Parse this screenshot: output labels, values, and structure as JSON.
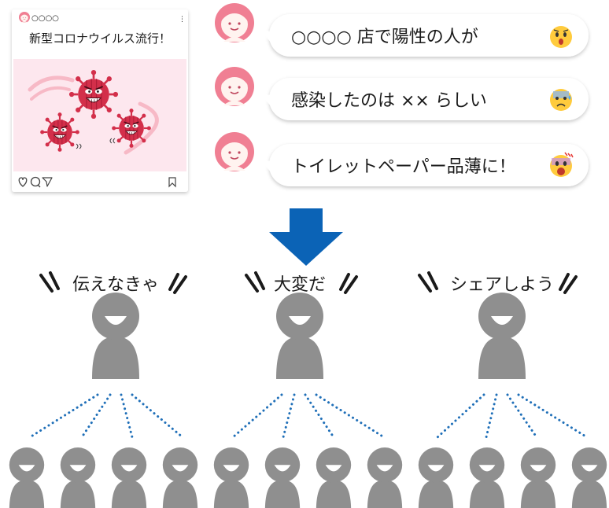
{
  "post": {
    "account_name": "○○○○",
    "menu_glyph": "⋮",
    "title": "新型コロナウイルス流行！",
    "icons": [
      "heart-icon",
      "comment-icon",
      "send-icon",
      "bookmark-icon"
    ]
  },
  "messages": [
    {
      "text": "○○○○ 店で陽性の人が",
      "emoji": "surprised-face-icon"
    },
    {
      "text": "感染したのは ×× らしい",
      "emoji": "anxious-sweat-face-icon"
    },
    {
      "text": "トイレットペーパー品薄に！",
      "emoji": "screaming-face-icon"
    }
  ],
  "arrow": {
    "color": "#0b63b6",
    "direction": "down"
  },
  "spreaders": [
    {
      "shout": "伝えなきゃ"
    },
    {
      "shout": "大変だ"
    },
    {
      "shout": "シェアしよう"
    }
  ],
  "colors": {
    "person": "#8f8f8f",
    "virus": "#d32f4a",
    "avatar": "#f07f93",
    "dots": "#1f6fb8",
    "bubble": "#ffffff",
    "image_bg": "#fde7ee"
  }
}
